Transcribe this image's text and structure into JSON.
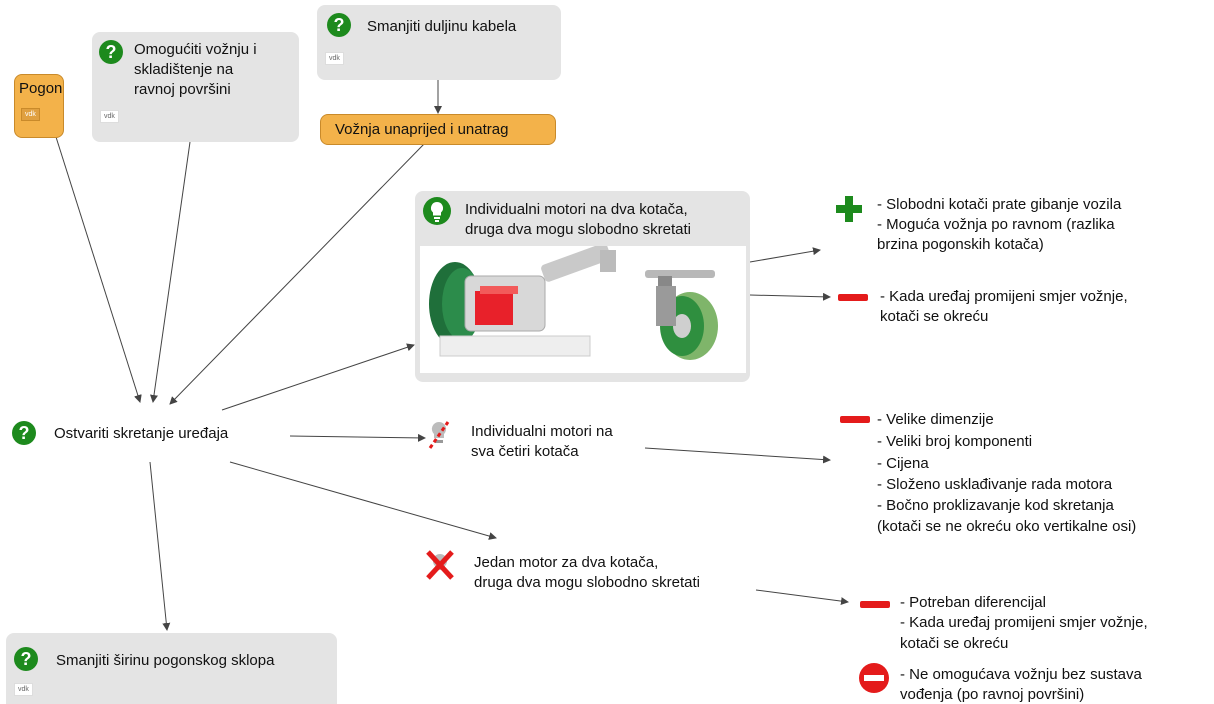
{
  "nodes": {
    "pogon": {
      "label": "Pogon",
      "tag": "vdk"
    },
    "omoguciti": {
      "label_lines": [
        "Omogućiti vožnju i",
        "skladištenje na",
        "ravnoj površini"
      ],
      "tag": "vdk"
    },
    "smanjiti_kabel": {
      "label": "Smanjiti duljinu kabela",
      "tag": "vdk"
    },
    "voznja": {
      "label": "Vožnja unaprijed i unatrag"
    },
    "individualni_dva": {
      "label_lines": [
        "Individualni motori na dva kotača,",
        "druga dva mogu slobodno skretati"
      ]
    },
    "ostvariti": {
      "label": "Ostvariti skretanje uređaja"
    },
    "individualni_cetiri": {
      "label_lines": [
        "Individualni motori na",
        "sva četiri kotača"
      ]
    },
    "jedan_motor": {
      "label_lines": [
        "Jedan motor za dva kotača,",
        "druga dva mogu slobodno skretati"
      ]
    },
    "smanjiti_sirinu": {
      "label": "Smanjiti širinu pogonskog sklopa",
      "tag": "vdk"
    }
  },
  "notes": {
    "pros_dva": [
      "- Slobodni kotači prate gibanje vozila",
      "- Moguća vožnja po ravnom (razlika",
      "brzina pogonskih kotača)"
    ],
    "cons_dva": [
      "- Kada uređaj promijeni smjer vožnje,",
      "kotači se okreću"
    ],
    "cons_cetiri": [
      "- Velike dimenzije",
      "- Veliki broj komponenti",
      "- Cijena",
      "- Složeno usklađivanje rada motora",
      "- Bočno proklizavanje kod skretanja",
      "(kotači se ne okreću oko vertikalne osi)"
    ],
    "cons_jedan": [
      "- Potreban diferencijal",
      "- Kada uređaj promijeni smjer vožnje,",
      "kotači se okreću"
    ],
    "stop_jedan": [
      "- Ne omogućava vožnju bez sustava",
      "vođenja (po ravnoj površini)"
    ]
  },
  "icons": {
    "question": "question-circle-icon",
    "bulb": "lightbulb-icon",
    "plus": "plus-icon",
    "minus": "minus-icon",
    "cross": "cross-icon",
    "stop": "no-entry-icon",
    "struck_bulb": "struck-bulb-icon"
  },
  "colors": {
    "green": "#1d8a1d",
    "orange": "#f3b24a",
    "red": "#e41b1b",
    "node_gray": "#e4e4e4"
  }
}
